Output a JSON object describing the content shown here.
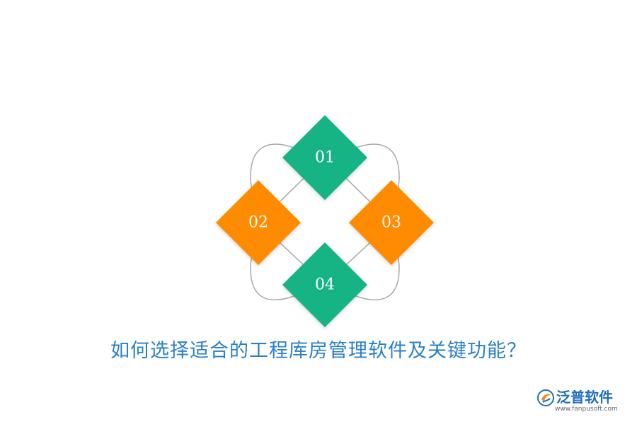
{
  "diagram": {
    "items": [
      {
        "label": "01",
        "color": "#16b384"
      },
      {
        "label": "02",
        "color": "#ff8c00"
      },
      {
        "label": "03",
        "color": "#ff8c00"
      },
      {
        "label": "04",
        "color": "#16b384"
      }
    ],
    "connector_color": "#a8a8a8"
  },
  "title": "如何选择适合的工程库房管理软件及关键功能？",
  "title_color": "#2a7fc8",
  "brand": {
    "name": "泛普软件",
    "url": "www.fanpusoft.com",
    "logo_icon": "fanpu-logo-icon",
    "color": "#1f6fb7"
  }
}
